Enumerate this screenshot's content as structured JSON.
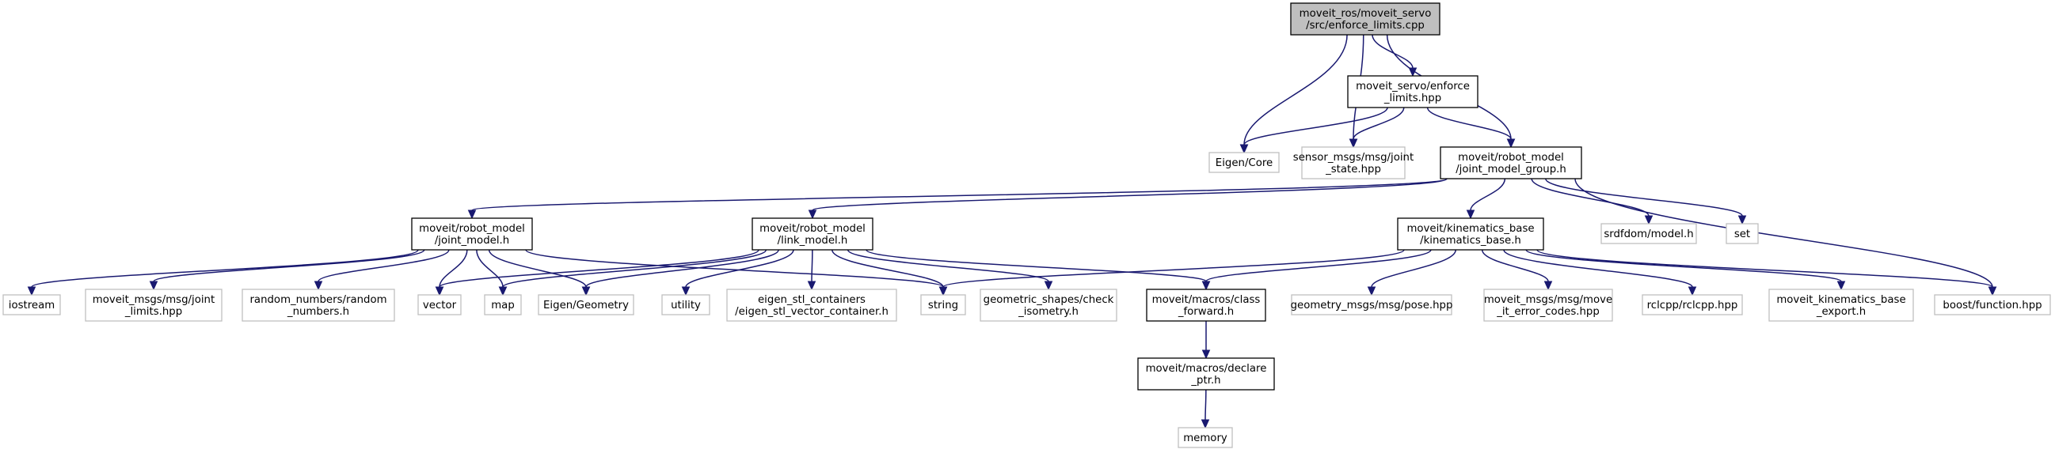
{
  "diagram": {
    "nodes": [
      {
        "id": "root",
        "style": "root",
        "lines": [
          "moveit_ros/moveit_servo",
          "/src/enforce_limits.cpp"
        ]
      },
      {
        "id": "enforce_hpp",
        "style": "doc",
        "lines": [
          "moveit_servo/enforce",
          "_limits.hpp"
        ]
      },
      {
        "id": "eigen_core",
        "style": "ext",
        "lines": [
          "Eigen/Core"
        ]
      },
      {
        "id": "joint_state",
        "style": "ext",
        "lines": [
          "sensor_msgs/msg/joint",
          "_state.hpp"
        ]
      },
      {
        "id": "jmg",
        "style": "doc",
        "lines": [
          "moveit/robot_model",
          "/joint_model_group.h"
        ]
      },
      {
        "id": "joint_model",
        "style": "doc",
        "lines": [
          "moveit/robot_model",
          "/joint_model.h"
        ]
      },
      {
        "id": "link_model",
        "style": "doc",
        "lines": [
          "moveit/robot_model",
          "/link_model.h"
        ]
      },
      {
        "id": "kin_base",
        "style": "doc",
        "lines": [
          "moveit/kinematics_base",
          "/kinematics_base.h"
        ]
      },
      {
        "id": "srdfdom",
        "style": "ext",
        "lines": [
          "srdfdom/model.h"
        ]
      },
      {
        "id": "set",
        "style": "ext",
        "lines": [
          "set"
        ]
      },
      {
        "id": "iostream",
        "style": "ext",
        "lines": [
          "iostream"
        ]
      },
      {
        "id": "joint_limits",
        "style": "ext",
        "lines": [
          "moveit_msgs/msg/joint",
          "_limits.hpp"
        ]
      },
      {
        "id": "random_numbers",
        "style": "ext",
        "lines": [
          "random_numbers/random",
          "_numbers.h"
        ]
      },
      {
        "id": "vector",
        "style": "ext",
        "lines": [
          "vector"
        ]
      },
      {
        "id": "map",
        "style": "ext",
        "lines": [
          "map"
        ]
      },
      {
        "id": "eigen_geometry",
        "style": "ext",
        "lines": [
          "Eigen/Geometry"
        ]
      },
      {
        "id": "utility",
        "style": "ext",
        "lines": [
          "utility"
        ]
      },
      {
        "id": "eigen_stl",
        "style": "ext",
        "lines": [
          "eigen_stl_containers",
          "/eigen_stl_vector_container.h"
        ]
      },
      {
        "id": "string",
        "style": "ext",
        "lines": [
          "string"
        ]
      },
      {
        "id": "geom_shapes",
        "style": "ext",
        "lines": [
          "geometric_shapes/check",
          "_isometry.h"
        ]
      },
      {
        "id": "class_forward",
        "style": "doc",
        "lines": [
          "moveit/macros/class",
          "_forward.h"
        ]
      },
      {
        "id": "pose",
        "style": "ext",
        "lines": [
          "geometry_msgs/msg/pose.hpp"
        ]
      },
      {
        "id": "error_codes",
        "style": "ext",
        "lines": [
          "moveit_msgs/msg/move",
          "_it_error_codes.hpp"
        ]
      },
      {
        "id": "rclcpp",
        "style": "ext",
        "lines": [
          "rclcpp/rclcpp.hpp"
        ]
      },
      {
        "id": "kin_export",
        "style": "ext",
        "lines": [
          "moveit_kinematics_base",
          "_export.h"
        ]
      },
      {
        "id": "boost_function",
        "style": "ext",
        "lines": [
          "boost/function.hpp"
        ]
      },
      {
        "id": "declare_ptr",
        "style": "doc",
        "lines": [
          "moveit/macros/declare",
          "_ptr.h"
        ]
      },
      {
        "id": "memory",
        "style": "ext",
        "lines": [
          "memory"
        ]
      }
    ],
    "edges": [
      [
        "root",
        "eigen_core"
      ],
      [
        "root",
        "enforce_hpp"
      ],
      [
        "root",
        "joint_state"
      ],
      [
        "root",
        "jmg"
      ],
      [
        "enforce_hpp",
        "eigen_core"
      ],
      [
        "enforce_hpp",
        "joint_state"
      ],
      [
        "enforce_hpp",
        "jmg"
      ],
      [
        "jmg",
        "joint_model"
      ],
      [
        "jmg",
        "link_model"
      ],
      [
        "jmg",
        "kin_base"
      ],
      [
        "jmg",
        "srdfdom"
      ],
      [
        "jmg",
        "set"
      ],
      [
        "jmg",
        "boost_function"
      ],
      [
        "joint_model",
        "iostream"
      ],
      [
        "joint_model",
        "joint_limits"
      ],
      [
        "joint_model",
        "random_numbers"
      ],
      [
        "joint_model",
        "vector"
      ],
      [
        "joint_model",
        "map"
      ],
      [
        "joint_model",
        "eigen_geometry"
      ],
      [
        "joint_model",
        "string"
      ],
      [
        "link_model",
        "vector"
      ],
      [
        "link_model",
        "map"
      ],
      [
        "link_model",
        "eigen_geometry"
      ],
      [
        "link_model",
        "utility"
      ],
      [
        "link_model",
        "eigen_stl"
      ],
      [
        "link_model",
        "string"
      ],
      [
        "link_model",
        "geom_shapes"
      ],
      [
        "link_model",
        "class_forward"
      ],
      [
        "kin_base",
        "string"
      ],
      [
        "kin_base",
        "class_forward"
      ],
      [
        "kin_base",
        "pose"
      ],
      [
        "kin_base",
        "error_codes"
      ],
      [
        "kin_base",
        "rclcpp"
      ],
      [
        "kin_base",
        "kin_export"
      ],
      [
        "kin_base",
        "boost_function"
      ],
      [
        "class_forward",
        "declare_ptr"
      ],
      [
        "declare_ptr",
        "memory"
      ]
    ]
  }
}
